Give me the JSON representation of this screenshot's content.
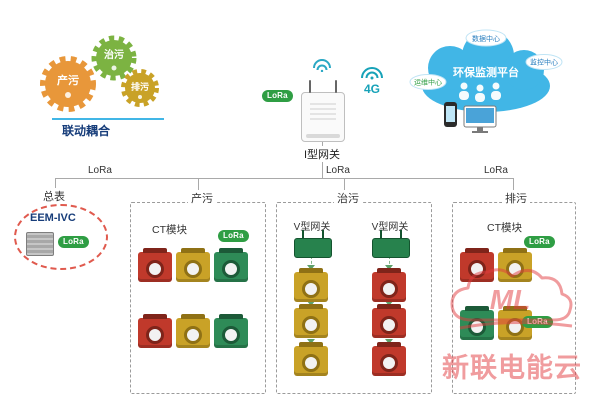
{
  "colors": {
    "cloud_blue": "#41b6e6",
    "lora_green": "#2f9e44",
    "module_red": "#c0392b",
    "module_yellow": "#c9a227",
    "module_green": "#2e8b57",
    "teal": "#17a2b8",
    "watermark_red": "#e23b3f"
  },
  "gears": {
    "caption": "联动耦合",
    "items": [
      {
        "label": "产污"
      },
      {
        "label": "治污"
      },
      {
        "label": "排污"
      }
    ]
  },
  "gateway": {
    "label": "I型网关",
    "lora": "LoRa"
  },
  "wireless": {
    "label_4g": "4G"
  },
  "cloud": {
    "title": "环保监测平台",
    "badge_top": "数据中心",
    "badge_left": "运维中心",
    "badge_right": "监控中心"
  },
  "bus": {
    "lora_left": "LoRa",
    "lora_center": "LoRa",
    "lora_right": "LoRa"
  },
  "meter": {
    "label": "总表",
    "device": "EEM-IVC",
    "lora": "LoRa"
  },
  "zones": {
    "chanwu": {
      "title": "产污",
      "module_label": "CT模块",
      "lora": "LoRa"
    },
    "zhiwu": {
      "title": "治污",
      "gateway_a": "V型网关",
      "gateway_b": "V型网关"
    },
    "paiwu": {
      "title": "排污",
      "module_label": "CT模块",
      "lora_top": "LoRa",
      "lora_bottom": "LoRa"
    }
  },
  "watermark": {
    "logo": "ML",
    "text": "新联电能云"
  }
}
